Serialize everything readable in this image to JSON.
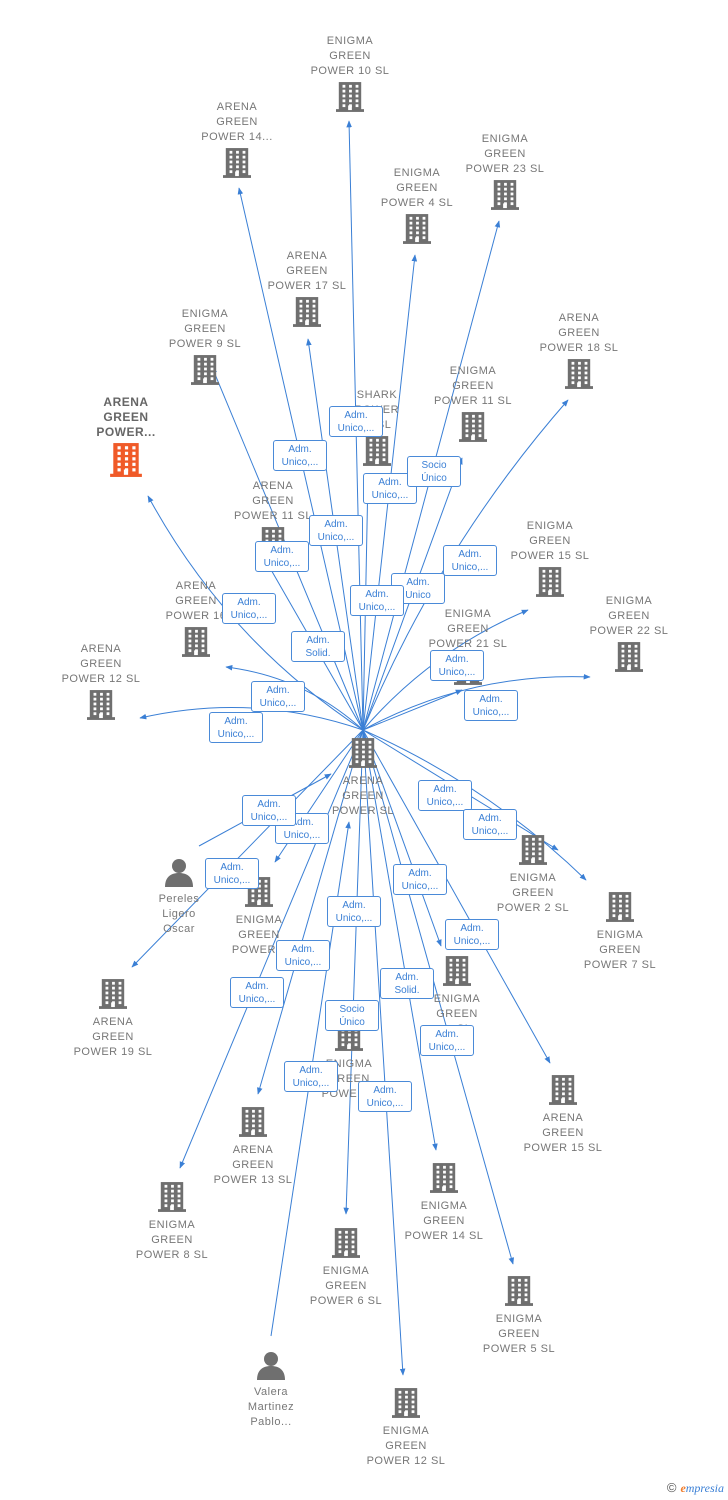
{
  "diagram": {
    "center": {
      "label": "ARENA\nGREEN\nPOWER  SL"
    },
    "focus": {
      "label": "ARENA\nGREEN\nPOWER..."
    },
    "companies": [
      {
        "label": "ENIGMA\nGREEN\nPOWER 10  SL"
      },
      {
        "label": "ARENA\nGREEN\nPOWER 14..."
      },
      {
        "label": "ENIGMA\nGREEN\nPOWER 23  SL"
      },
      {
        "label": "ENIGMA\nGREEN\nPOWER 4  SL"
      },
      {
        "label": "ARENA\nGREEN\nPOWER 17  SL"
      },
      {
        "label": "ENIGMA\nGREEN\nPOWER 9  SL"
      },
      {
        "label": "ARENA\nGREEN\nPOWER 18  SL"
      },
      {
        "label": "SHARK\nPOWER\n...  SL"
      },
      {
        "label": "ENIGMA\nGREEN\nPOWER 11  SL"
      },
      {
        "label": "ARENA\nGREEN\nPOWER 11  SL"
      },
      {
        "label": "ENIGMA\nGREEN\nPOWER 15  SL"
      },
      {
        "label": "ARENA\nGREEN\nPOWER 16"
      },
      {
        "label": "ENIGMA\nGREEN\nPOWER 21  SL"
      },
      {
        "label": "ENIGMA\nGREEN\nPOWER 22  SL"
      },
      {
        "label": "ARENA\nGREEN\nPOWER 12  SL"
      },
      {
        "label": "ENIGMA\nGREEN\nPOWER 2  SL"
      },
      {
        "label": "ENIGMA\nGREEN\nPOWER 7  SL"
      },
      {
        "label": "ENIGMA\nGREEN\nPOWER 1"
      },
      {
        "label": "ENIGMA\nGREEN\n...  SL"
      },
      {
        "label": "ARENA\nGREEN\nPOWER 19  SL"
      },
      {
        "label": "ENIGMA\nGREEN\nPOWER..."
      },
      {
        "label": "ARENA\nGREEN\nPOWER 15  SL"
      },
      {
        "label": "ARENA\nGREEN\nPOWER 13  SL"
      },
      {
        "label": "ENIGMA\nGREEN\nPOWER 14  SL"
      },
      {
        "label": "ENIGMA\nGREEN\nPOWER 8  SL"
      },
      {
        "label": "ENIGMA\nGREEN\nPOWER 6  SL"
      },
      {
        "label": "ENIGMA\nGREEN\nPOWER 5  SL"
      },
      {
        "label": "ENIGMA\nGREEN\nPOWER 12  SL"
      }
    ],
    "persons": [
      {
        "label": "Pereles\nLigero\nOscar"
      },
      {
        "label": "Valera\nMartinez\nPablo..."
      }
    ],
    "relations": [
      {
        "label": "Adm.\nUnico,..."
      },
      {
        "label": "Adm.\nUnico,..."
      },
      {
        "label": "Adm.\nUnico,..."
      },
      {
        "label": "Adm.\nUnico,..."
      },
      {
        "label": "Adm.\nUnico,..."
      },
      {
        "label": "Socio\nÚnico"
      },
      {
        "label": "Adm.\nUnico,..."
      },
      {
        "label": "Adm.\nUnico,..."
      },
      {
        "label": "Adm.\nUnico,..."
      },
      {
        "label": "Adm.\nUnico"
      },
      {
        "label": "Adm.\nUnico,..."
      },
      {
        "label": "Adm.\nUnico,..."
      },
      {
        "label": "Adm.\nUnico,..."
      },
      {
        "label": "Adm.\nUnico,..."
      },
      {
        "label": "Adm.\nUnico,..."
      },
      {
        "label": "Adm.\nUnico,..."
      },
      {
        "label": "Adm.\nUnico,..."
      },
      {
        "label": "Adm.\nSolid."
      },
      {
        "label": "Adm.\nUnico,..."
      },
      {
        "label": "Adm.\nUnico,..."
      },
      {
        "label": "Socio\nÚnico"
      },
      {
        "label": "Adm.\nUnico,..."
      },
      {
        "label": "Adm.\nUnico,..."
      },
      {
        "label": "Adm.\nUnico,..."
      },
      {
        "label": "Adm.\nUnico,..."
      },
      {
        "label": "Adm.\nUnico,..."
      },
      {
        "label": "Adm.\nUnico,..."
      },
      {
        "label": "Adm.\nUnico,..."
      },
      {
        "label": "Adm.\nUnico,..."
      },
      {
        "label": "Adm.\nSolid."
      },
      {
        "label": "Adm.\nUnico,..."
      }
    ]
  },
  "footer": {
    "copyright": "©",
    "brand_initial": "e",
    "brand_rest": "mpresia"
  },
  "colors": {
    "edge": "#3a7fd5",
    "building": "#6f6f6f",
    "focus_building": "#f05a28",
    "person": "#6f6f6f"
  }
}
